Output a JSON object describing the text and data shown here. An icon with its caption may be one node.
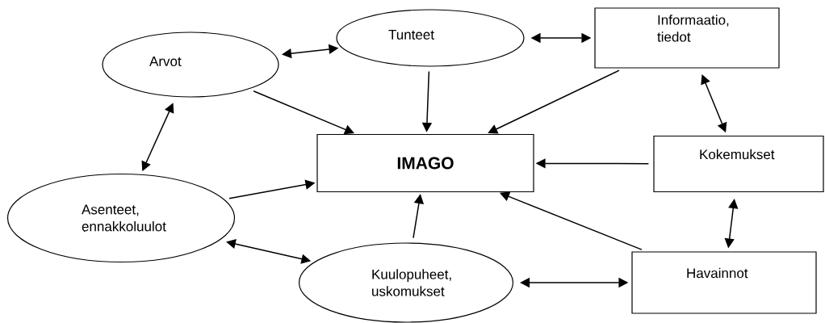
{
  "diagram": {
    "nodes": [
      {
        "text": [
          "Arvot"
        ]
      },
      {
        "text": [
          "Tunteet"
        ]
      },
      {
        "text": [
          "Informaatio, tiedot"
        ]
      },
      {
        "text": [
          "IMAGO"
        ]
      },
      {
        "text": [
          "Kokemukset"
        ]
      },
      {
        "text": [
          "Asenteet, ennakkoluulot"
        ]
      },
      {
        "text": [
          "Kuulopuheet, uskomukset"
        ]
      },
      {
        "text": [
          "Havainnot"
        ]
      }
    ],
    "edges": [
      {
        "from": 0,
        "to": 1,
        "arrow": "both"
      },
      {
        "from": 1,
        "to": 2,
        "arrow": "both"
      },
      {
        "from": 0,
        "to": 3,
        "arrow": "to"
      },
      {
        "from": 1,
        "to": 3,
        "arrow": "to"
      },
      {
        "from": 2,
        "to": 3,
        "arrow": "to"
      },
      {
        "from": 2,
        "to": 4,
        "arrow": "both"
      },
      {
        "from": 0,
        "to": 5,
        "arrow": "both"
      },
      {
        "from": 4,
        "to": 3,
        "arrow": "to"
      },
      {
        "from": 5,
        "to": 3,
        "arrow": "to"
      },
      {
        "from": 6,
        "to": 3,
        "arrow": "to"
      },
      {
        "from": 7,
        "to": 3,
        "arrow": "to"
      },
      {
        "from": 4,
        "to": 7,
        "arrow": "both"
      },
      {
        "from": 5,
        "to": 6,
        "arrow": "both"
      },
      {
        "from": 6,
        "to": 7,
        "arrow": "both"
      }
    ]
  }
}
